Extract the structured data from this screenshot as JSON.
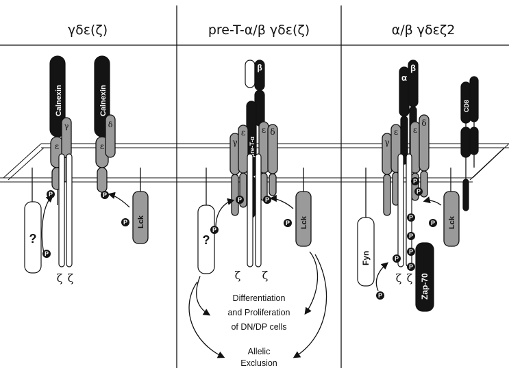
{
  "panels": [
    {
      "title": "γδε(ζ)"
    },
    {
      "title": "pre-T-α/β γδε(ζ)"
    },
    {
      "title": "α/β γδεζ2"
    }
  ],
  "molecules": {
    "calnexin": "Calnexin",
    "epsilon": "ε",
    "gamma": "γ",
    "delta": "δ",
    "zeta": "ζ",
    "alpha": "α",
    "beta": "β",
    "pre_t_alpha": "pre-T-α",
    "lck": "Lck",
    "fyn": "Fyn",
    "zap70": "Zap-70",
    "cd8": "CD8",
    "unknown_kinase": "?",
    "phospho": "P"
  },
  "outcomes": {
    "differentiation_1": "Differentiation",
    "differentiation_2": "and Proliferation",
    "differentiation_3": "of DN/DP cells",
    "allelic_1": "Allelic",
    "allelic_2": "Exclusion"
  },
  "colors": {
    "dark": "#141414",
    "gray": "#9a9a9a",
    "light": "#ffffff"
  }
}
